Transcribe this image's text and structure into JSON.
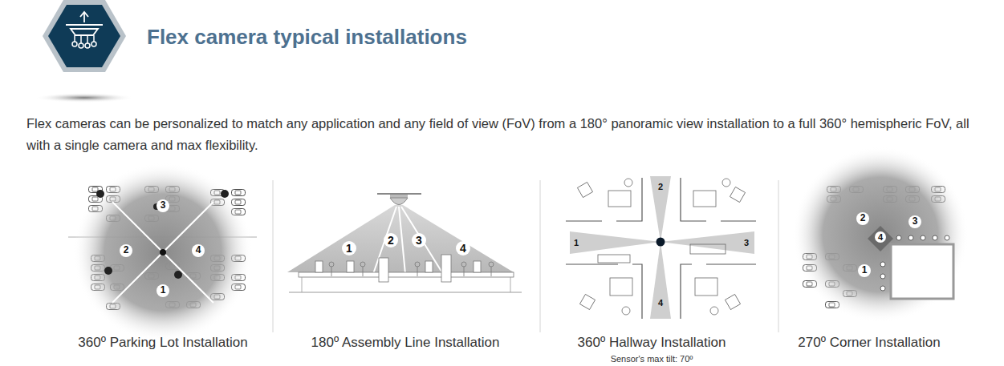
{
  "diagram": {
    "title": "Flex camera typical installations",
    "caption": "Flex cameras can be personalized to match any application and any field of view (FoV) from a 180° panoramic view installation to a full 360° hemispheric FoV, all with a single camera and max flexibility.",
    "labels": [
      "3",
      "2",
      "4",
      "1",
      "360º Parking Lot Installation",
      "1",
      "2",
      "3",
      "4",
      "180º Assembly Line Installation",
      "2",
      "1",
      "3",
      "4",
      "360º Hallway Installation",
      "Sensor's max tilt: 70º",
      "2",
      "3",
      "4",
      "1",
      "270º Corner Installation"
    ]
  }
}
